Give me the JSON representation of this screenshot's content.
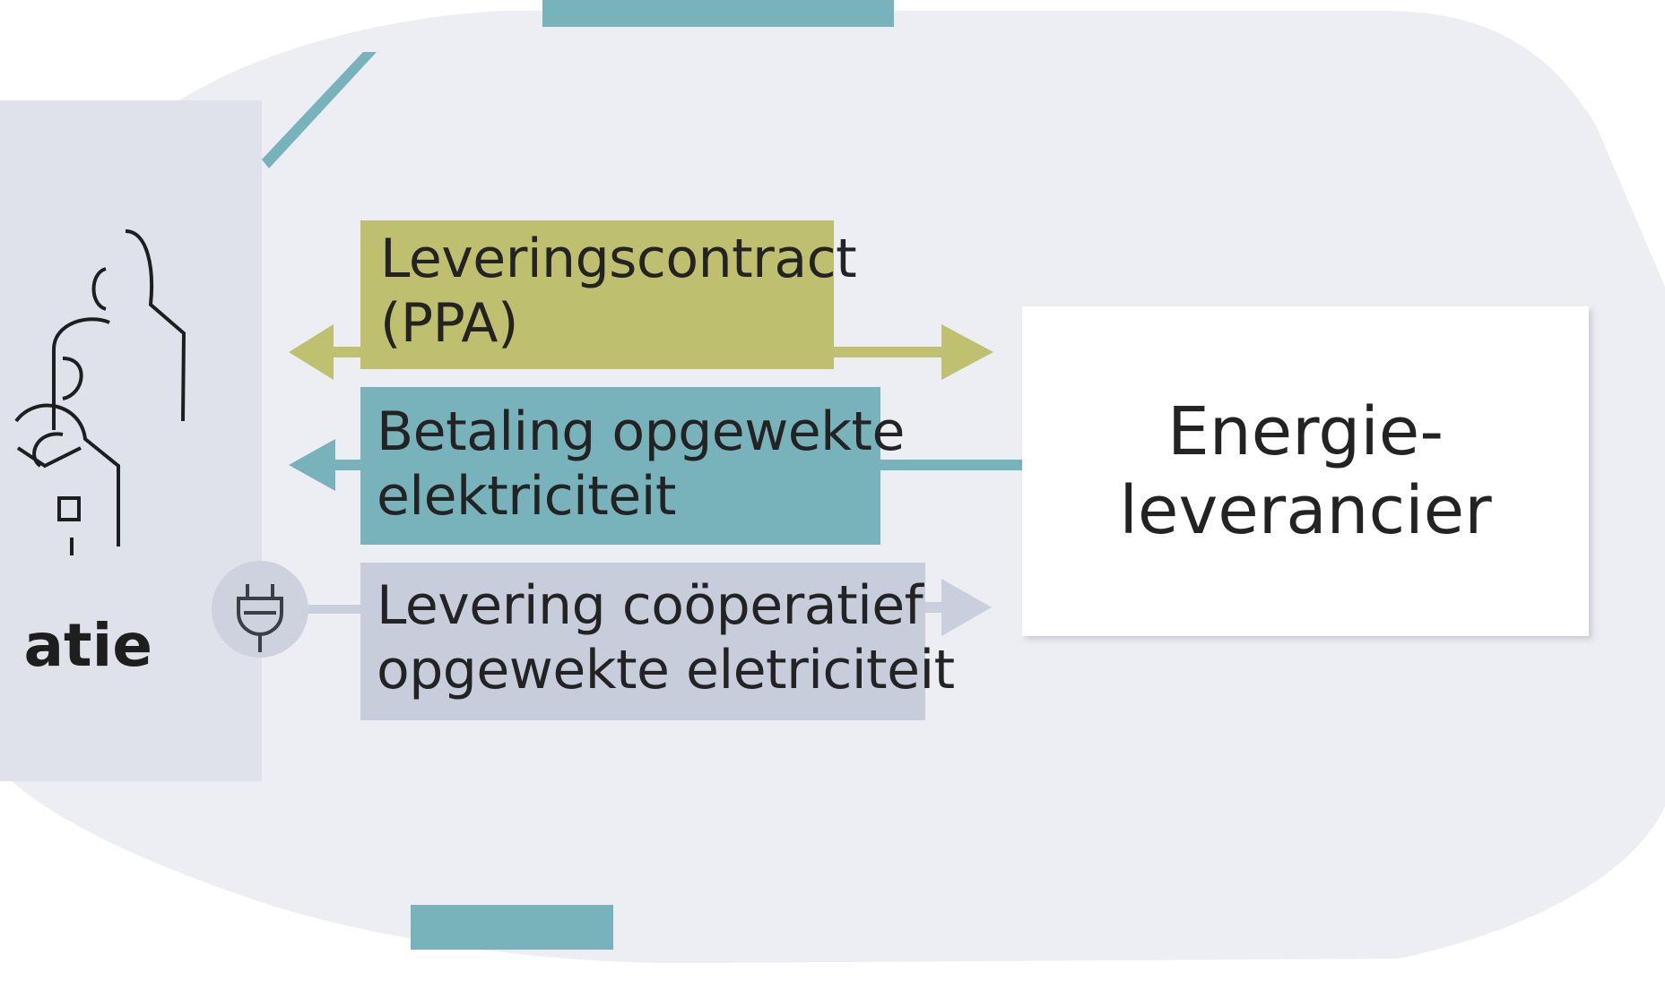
{
  "diagram": {
    "flows": [
      {
        "lines": [
          "Leveringscontract",
          "(PPA)"
        ],
        "color": "#bec06f",
        "arrow_color": "#c0c170",
        "direction": "both"
      },
      {
        "lines": [
          "Betaling opgewekte",
          "elektriciteit"
        ],
        "color": "#78b2ba",
        "arrow_color": "#78b2ba",
        "direction": "left"
      },
      {
        "lines": [
          "Levering coöperatief",
          "opgewekte eletriciteit"
        ],
        "color": "#c7cddb",
        "arrow_color": "#c9cfdc",
        "direction": "right"
      }
    ],
    "supplier": {
      "lines": [
        "Energie-",
        "leverancier"
      ]
    },
    "organisation": {
      "label_fragment": "atie"
    },
    "icons": [
      "people-icon",
      "plug-icon"
    ],
    "colors": {
      "background_blob": "#eceef3",
      "left_panel": "#dfe2ea",
      "teal": "#78b2ba",
      "olive": "#bec06f",
      "lavender": "#c7cddb"
    }
  }
}
